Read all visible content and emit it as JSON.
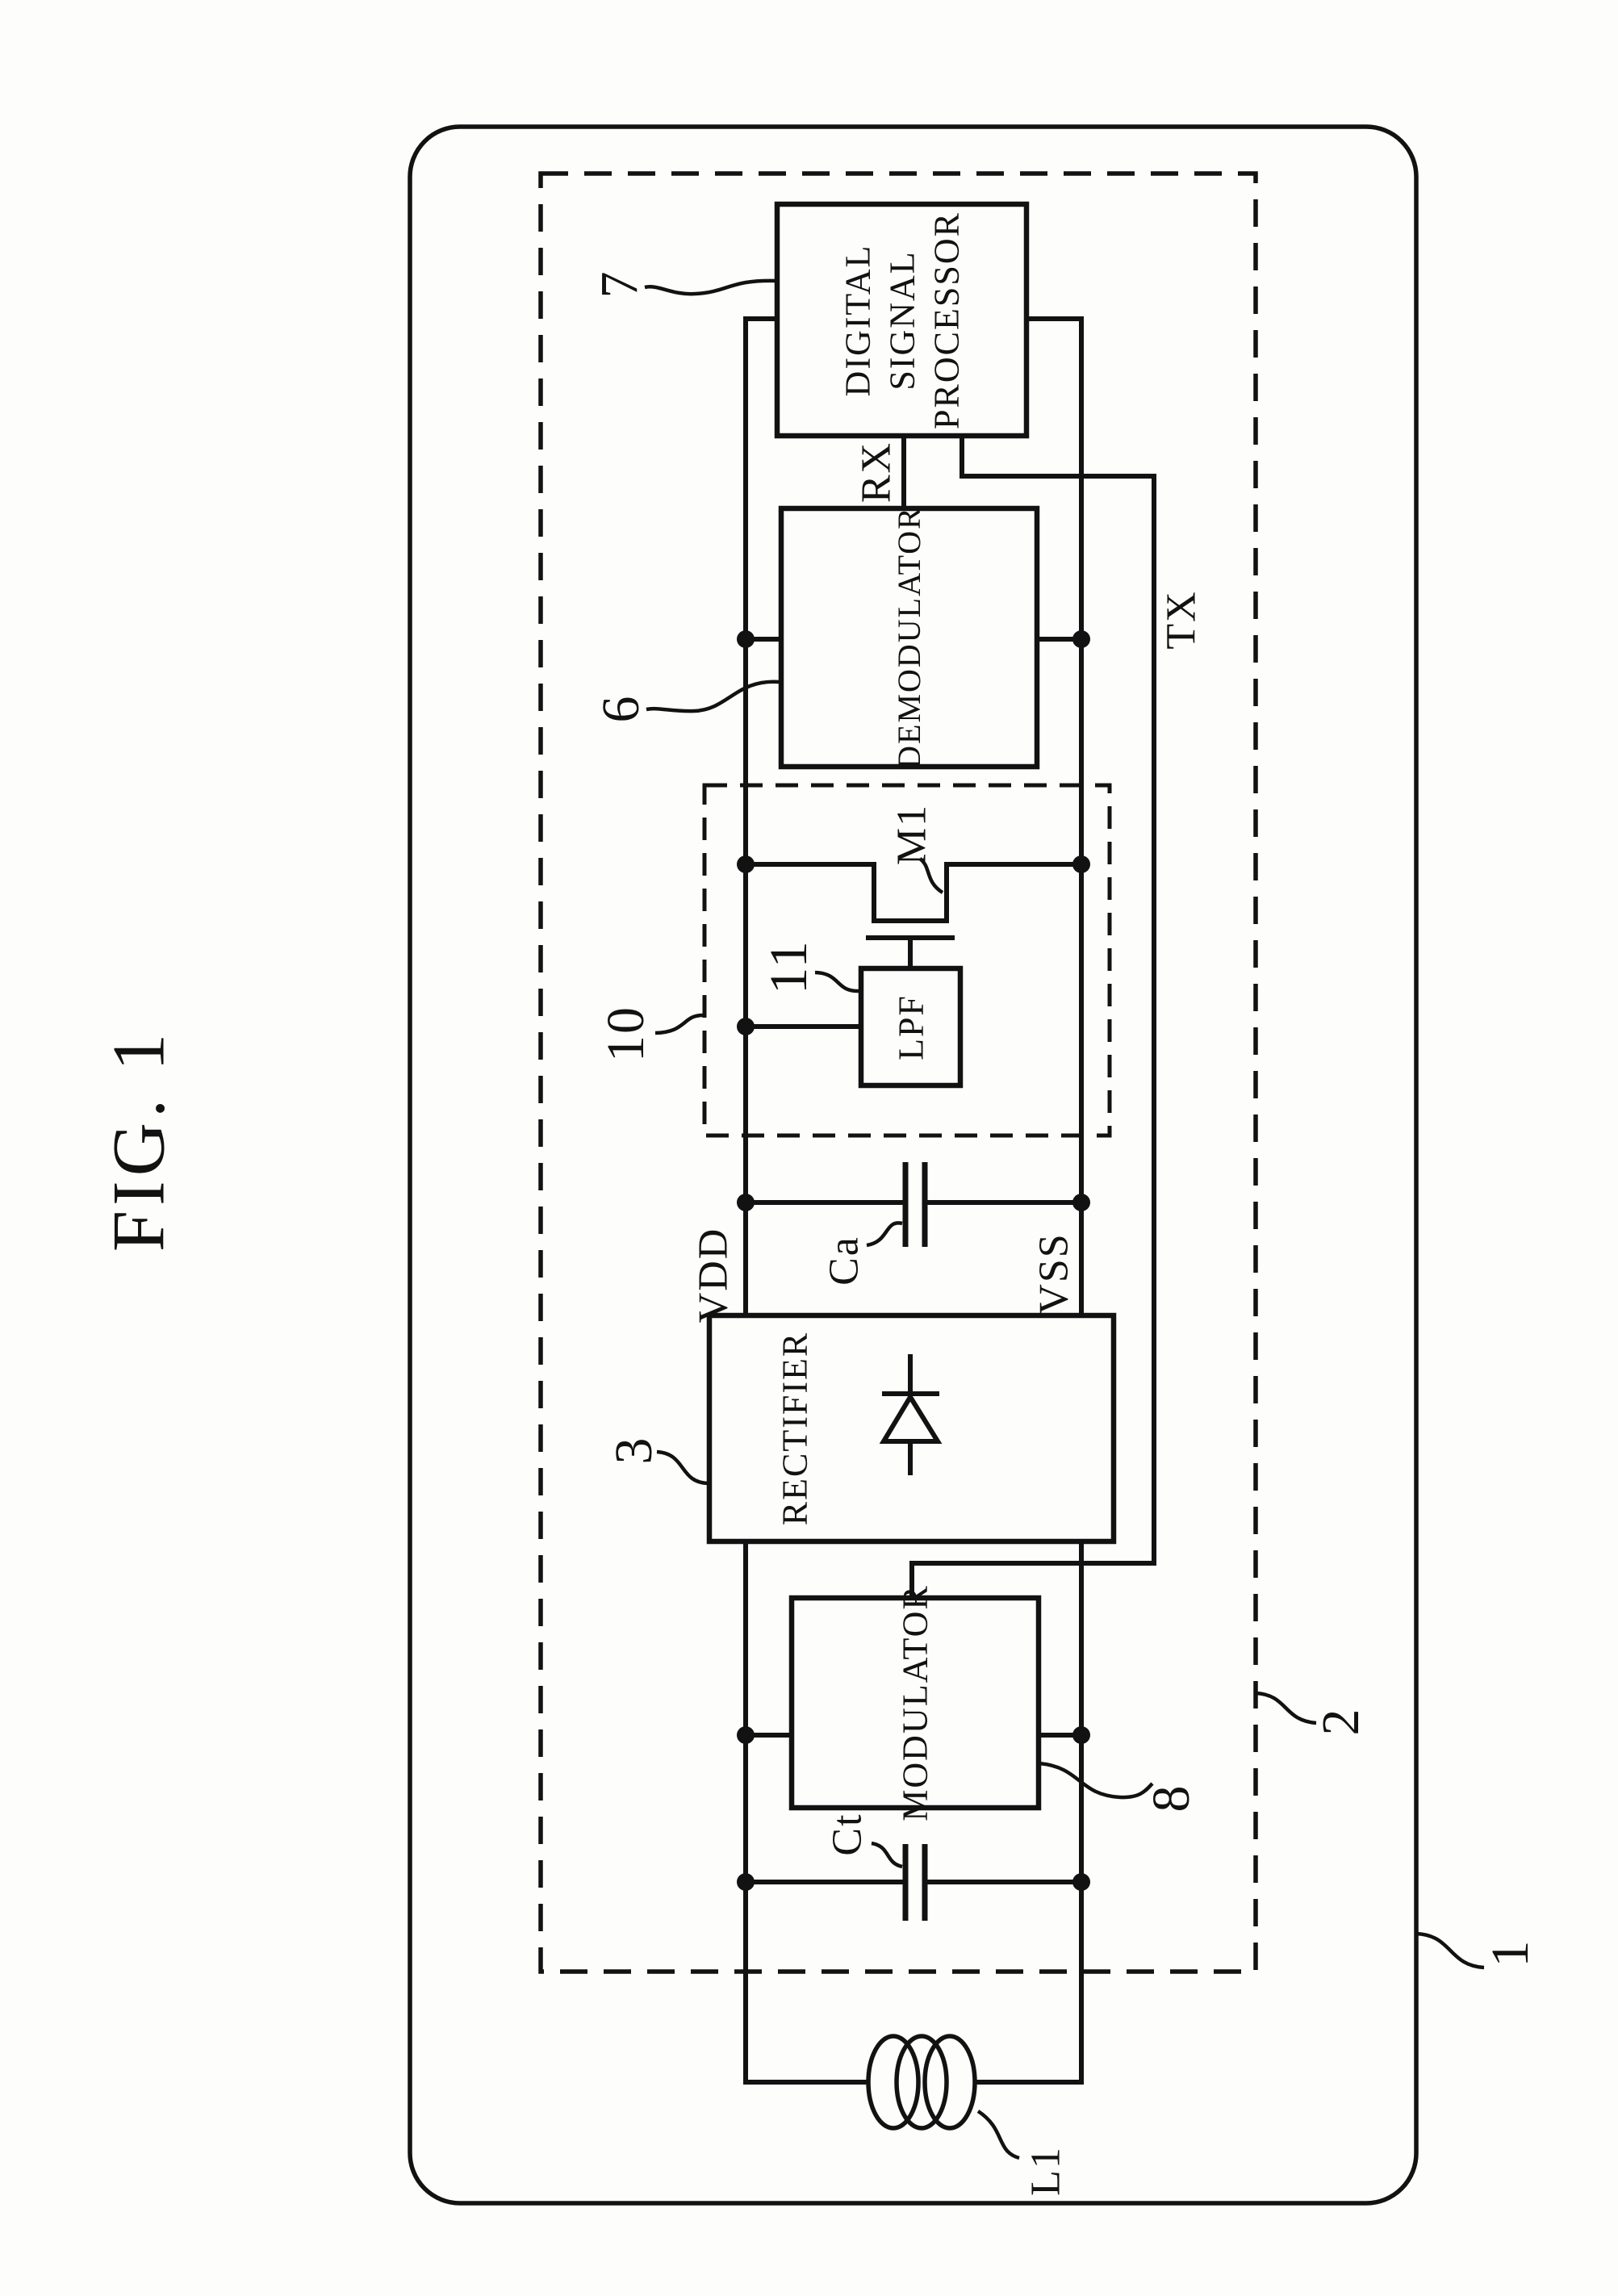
{
  "figure": {
    "title": "FIG. 1"
  },
  "blocks": {
    "dsp": {
      "lines": [
        "DIGITAL",
        "SIGNAL",
        "PROCESSOR"
      ],
      "ref": "7"
    },
    "demodulator": {
      "label": "DEMODULATOR",
      "ref": "6"
    },
    "lpf": {
      "label": "LPF",
      "ref": "11"
    },
    "rectifier": {
      "label": "RECTIFIER",
      "ref": "3"
    },
    "modulator": {
      "label": "MODULATOR",
      "ref": "8"
    }
  },
  "boundaries": {
    "outer_ref": "1",
    "dashed_chip_ref": "2",
    "dashed_subcircuit_ref": "10"
  },
  "signals": {
    "rx": "RX",
    "tx": "TX",
    "vdd": "VDD",
    "vss": "VSS"
  },
  "components": {
    "transistor": "M1",
    "smoothing_capacitor": "Ca",
    "tuning_capacitor": "Ct",
    "antenna_coil": "L1"
  },
  "colors": {
    "ink": "#121212",
    "paper": "#fdfdfc"
  }
}
